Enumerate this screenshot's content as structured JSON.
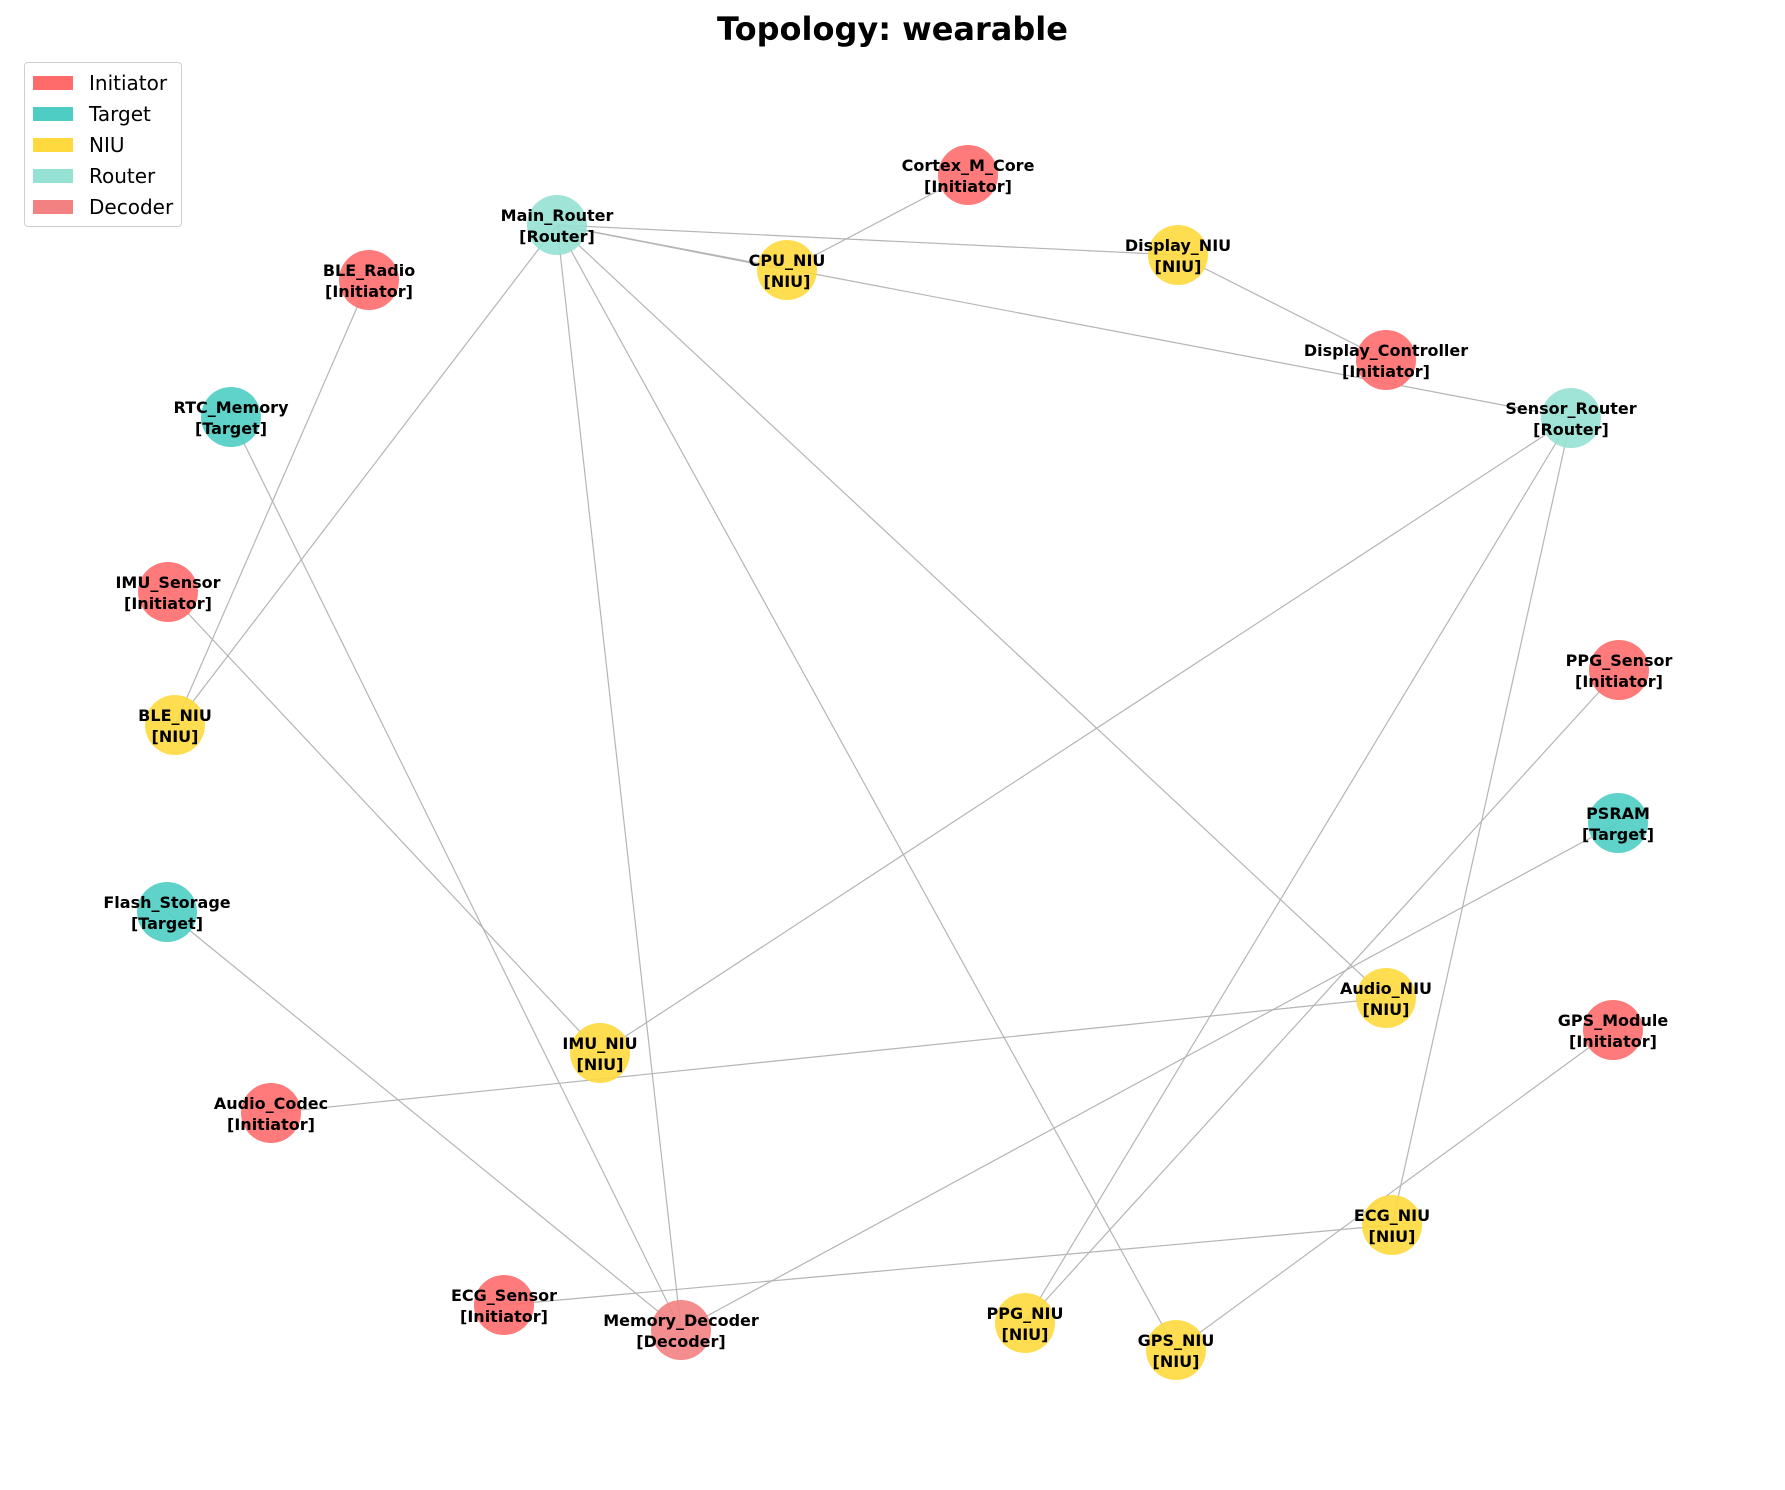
{
  "title": "Topology: wearable",
  "colors": {
    "Initiator": "#ff6b6b",
    "Target": "#4ecdc4",
    "NIU": "#ffd93d",
    "Router": "#95e1d3",
    "Decoder": "#f38181",
    "edge": "#b5b5b5"
  },
  "legend": [
    {
      "label": "Initiator",
      "type": "Initiator"
    },
    {
      "label": "Target",
      "type": "Target"
    },
    {
      "label": "NIU",
      "type": "NIU"
    },
    {
      "label": "Router",
      "type": "Router"
    },
    {
      "label": "Decoder",
      "type": "Decoder"
    }
  ],
  "nodes": [
    {
      "id": "Main_Router",
      "role": "[Router]",
      "type": "Router"
    },
    {
      "id": "Cortex_M_Core",
      "role": "[Initiator]",
      "type": "Initiator"
    },
    {
      "id": "CPU_NIU",
      "role": "[NIU]",
      "type": "NIU"
    },
    {
      "id": "Display_NIU",
      "role": "[NIU]",
      "type": "NIU"
    },
    {
      "id": "BLE_Radio",
      "role": "[Initiator]",
      "type": "Initiator"
    },
    {
      "id": "Display_Controller",
      "role": "[Initiator]",
      "type": "Initiator"
    },
    {
      "id": "RTC_Memory",
      "role": "[Target]",
      "type": "Target"
    },
    {
      "id": "Sensor_Router",
      "role": "[Router]",
      "type": "Router"
    },
    {
      "id": "IMU_Sensor",
      "role": "[Initiator]",
      "type": "Initiator"
    },
    {
      "id": "PPG_Sensor",
      "role": "[Initiator]",
      "type": "Initiator"
    },
    {
      "id": "BLE_NIU",
      "role": "[NIU]",
      "type": "NIU"
    },
    {
      "id": "PSRAM",
      "role": "[Target]",
      "type": "Target"
    },
    {
      "id": "Flash_Storage",
      "role": "[Target]",
      "type": "Target"
    },
    {
      "id": "Audio_NIU",
      "role": "[NIU]",
      "type": "NIU"
    },
    {
      "id": "GPS_Module",
      "role": "[Initiator]",
      "type": "Initiator"
    },
    {
      "id": "IMU_NIU",
      "role": "[NIU]",
      "type": "NIU"
    },
    {
      "id": "Audio_Codec",
      "role": "[Initiator]",
      "type": "Initiator"
    },
    {
      "id": "ECG_NIU",
      "role": "[NIU]",
      "type": "NIU"
    },
    {
      "id": "ECG_Sensor",
      "role": "[Initiator]",
      "type": "Initiator"
    },
    {
      "id": "Memory_Decoder",
      "role": "[Decoder]",
      "type": "Decoder"
    },
    {
      "id": "PPG_NIU",
      "role": "[NIU]",
      "type": "NIU"
    },
    {
      "id": "GPS_NIU",
      "role": "[NIU]",
      "type": "NIU"
    }
  ],
  "edges": [
    [
      "Main_Router",
      "CPU_NIU"
    ],
    [
      "Main_Router",
      "Display_NIU"
    ],
    [
      "Main_Router",
      "Sensor_Router"
    ],
    [
      "Main_Router",
      "BLE_NIU"
    ],
    [
      "Main_Router",
      "Memory_Decoder"
    ],
    [
      "Main_Router",
      "GPS_NIU"
    ],
    [
      "Main_Router",
      "Audio_NIU"
    ],
    [
      "Cortex_M_Core",
      "CPU_NIU"
    ],
    [
      "Display_NIU",
      "Display_Controller"
    ],
    [
      "BLE_Radio",
      "BLE_NIU"
    ],
    [
      "RTC_Memory",
      "Memory_Decoder"
    ],
    [
      "IMU_Sensor",
      "IMU_NIU"
    ],
    [
      "Sensor_Router",
      "IMU_NIU"
    ],
    [
      "Sensor_Router",
      "PPG_NIU"
    ],
    [
      "Sensor_Router",
      "ECG_NIU"
    ],
    [
      "PPG_Sensor",
      "PPG_NIU"
    ],
    [
      "PSRAM",
      "Memory_Decoder"
    ],
    [
      "Flash_Storage",
      "Memory_Decoder"
    ],
    [
      "Audio_NIU",
      "Audio_Codec"
    ],
    [
      "GPS_Module",
      "GPS_NIU"
    ],
    [
      "ECG_NIU",
      "ECG_Sensor"
    ]
  ]
}
